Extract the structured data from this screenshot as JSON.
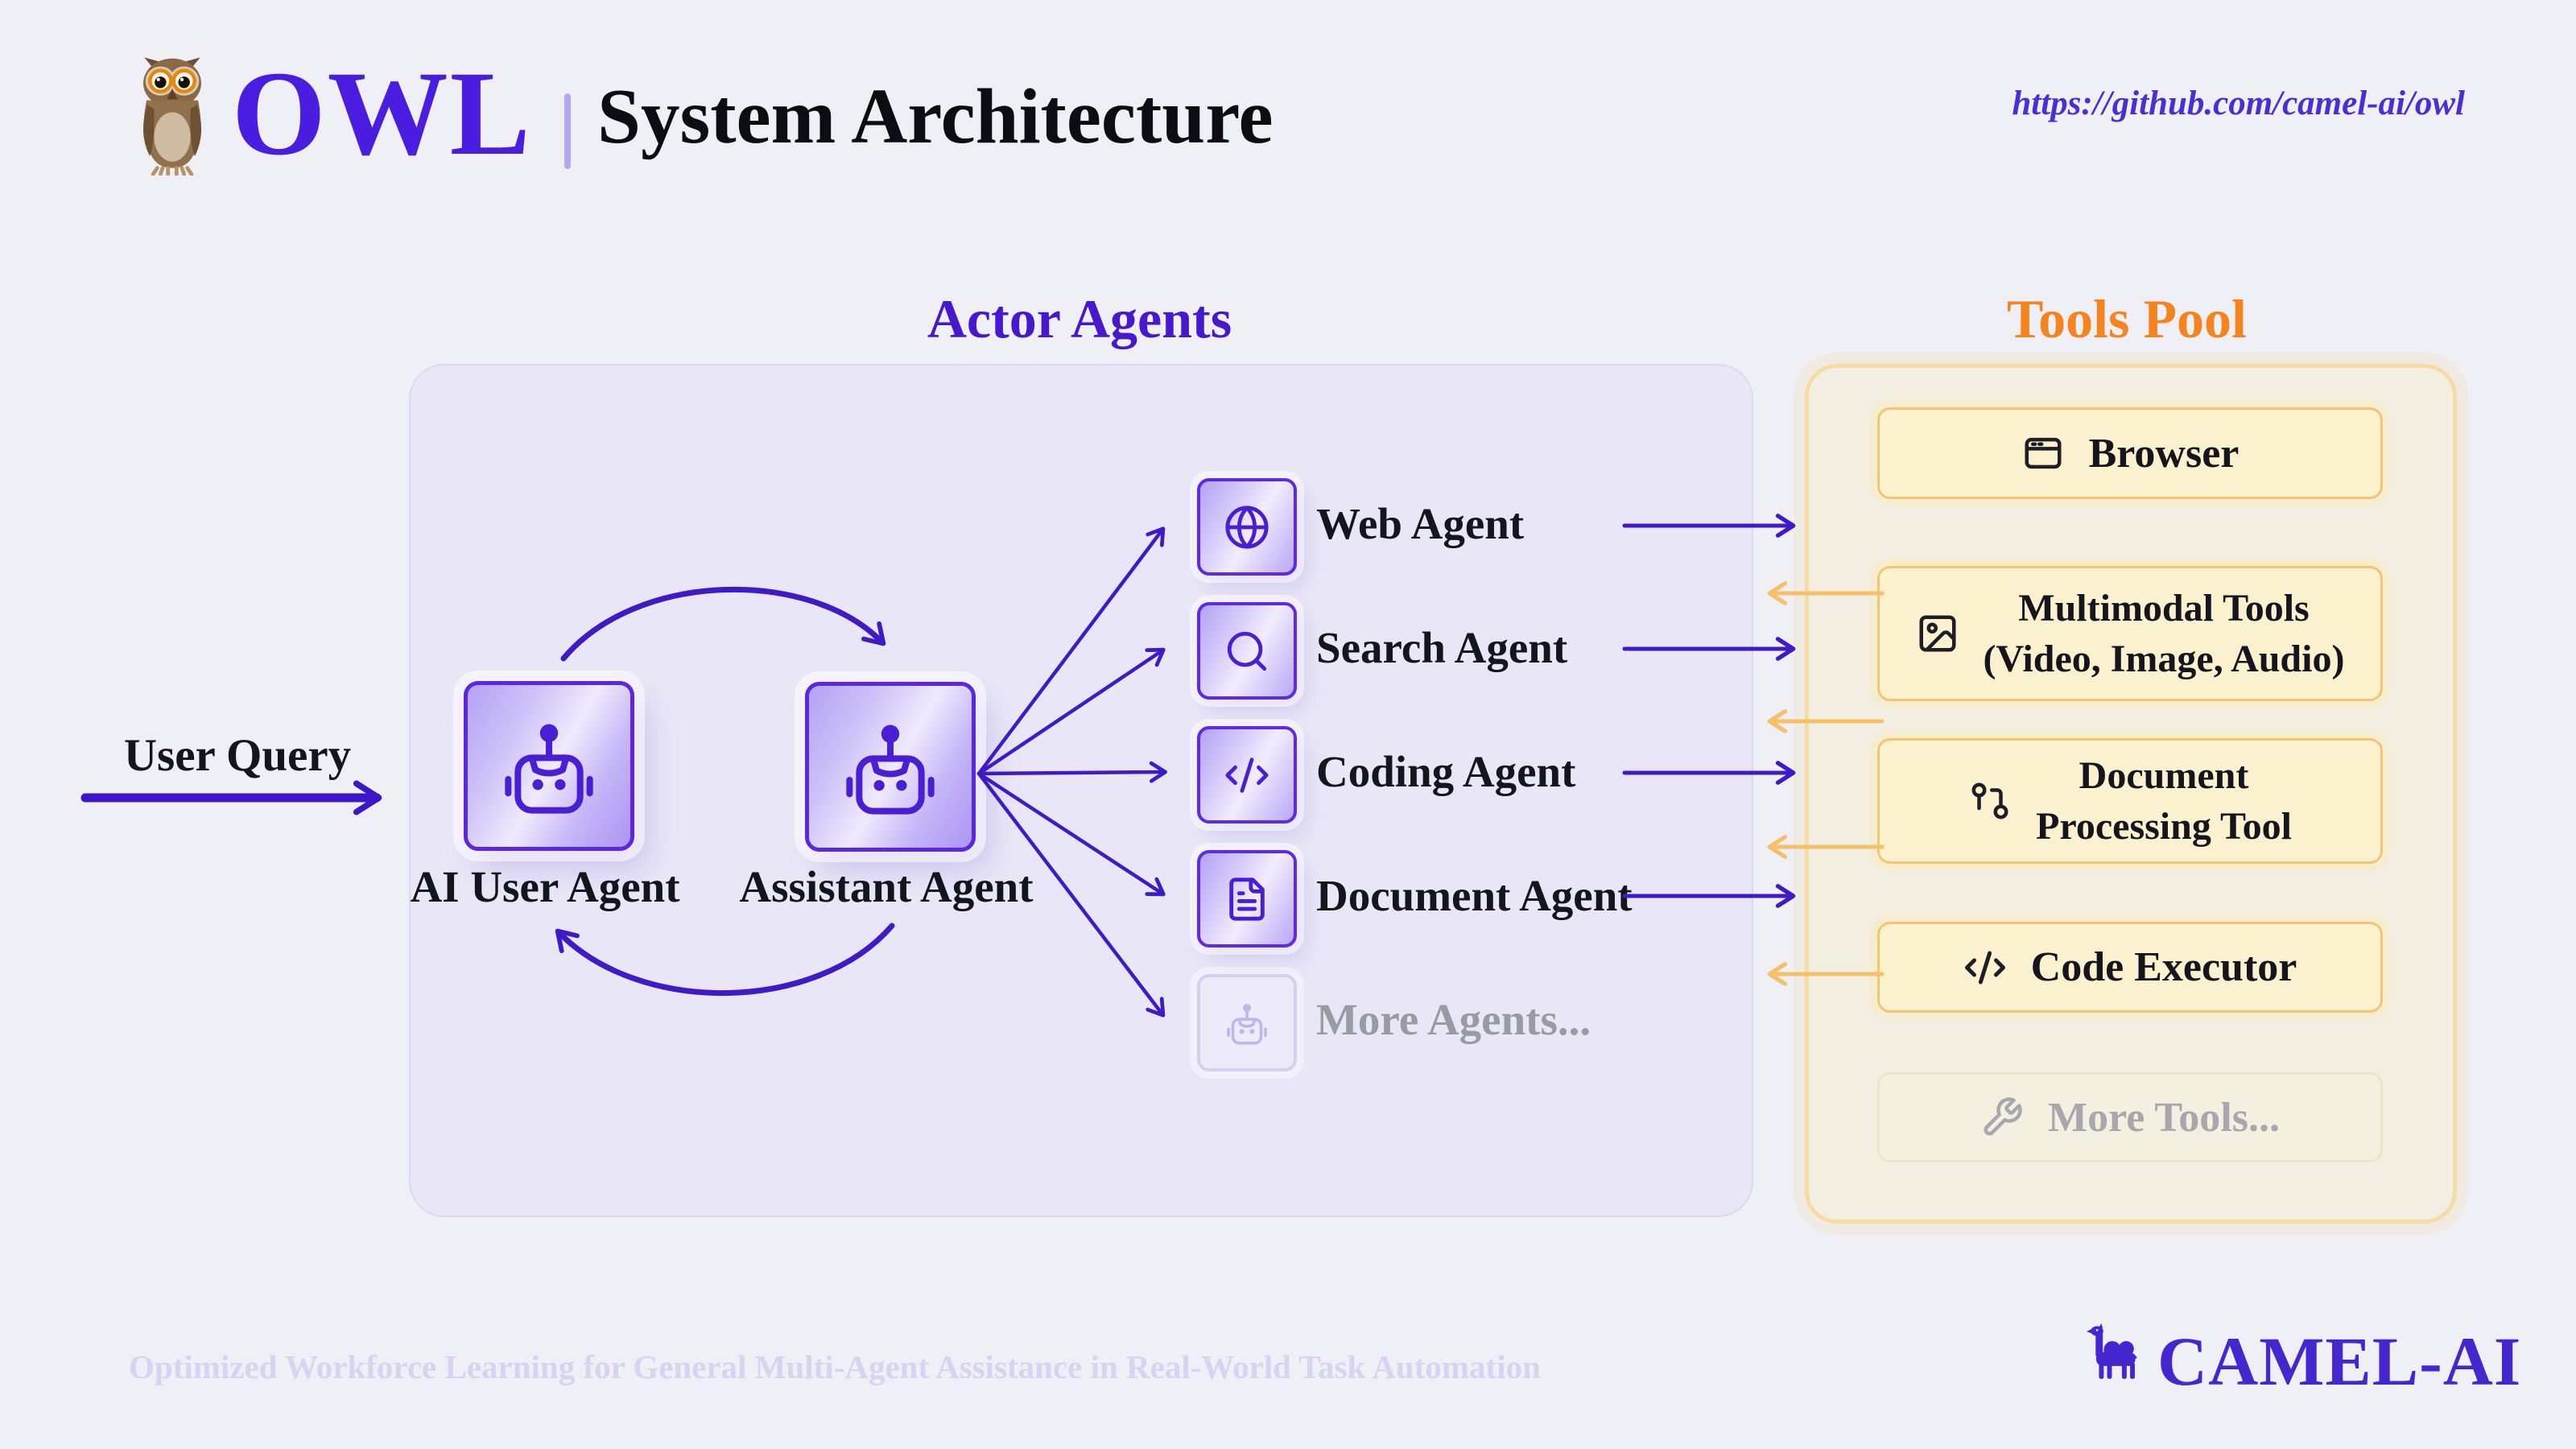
{
  "header": {
    "logo": "OWL",
    "title": "System Architecture",
    "link": "https://github.com/camel-ai/owl"
  },
  "actor_section": {
    "title": "Actor Agents"
  },
  "tools_section": {
    "title": "Tools Pool"
  },
  "user_query": {
    "label": "User Query"
  },
  "core_agents": [
    {
      "label": "AI User Agent",
      "icon": "robot-icon"
    },
    {
      "label": "Assistant Agent",
      "icon": "robot-icon"
    }
  ],
  "sub_agents": [
    {
      "label": "Web Agent",
      "icon": "globe-icon"
    },
    {
      "label": "Search Agent",
      "icon": "search-icon"
    },
    {
      "label": "Coding Agent",
      "icon": "code-icon"
    },
    {
      "label": "Document Agent",
      "icon": "document-icon"
    },
    {
      "label": "More Agents...",
      "icon": "robot-icon",
      "muted": true
    }
  ],
  "tools": [
    {
      "label": "Browser",
      "icon": "browser-icon"
    },
    {
      "label": "Multimodal Tools",
      "sublabel": "(Video, Image, Audio)",
      "icon": "image-icon"
    },
    {
      "label": "Document",
      "sublabel": "Processing Tool",
      "icon": "workflow-icon"
    },
    {
      "label": "Code Executor",
      "icon": "code-icon"
    },
    {
      "label": "More Tools...",
      "icon": "wrench-icon",
      "muted": true
    }
  ],
  "footer": {
    "tagline": "Optimized Workforce Learning for General Multi-Agent Assistance in Real-World Task Automation",
    "brand": "CAMEL-AI"
  },
  "colors": {
    "purple_arrow": "#3f1ac6",
    "purple_heading": "#4718ce",
    "brand_purple": "#4a1de0",
    "orange_heading": "#f5831e",
    "orange_arrow": "#f4c06a"
  }
}
